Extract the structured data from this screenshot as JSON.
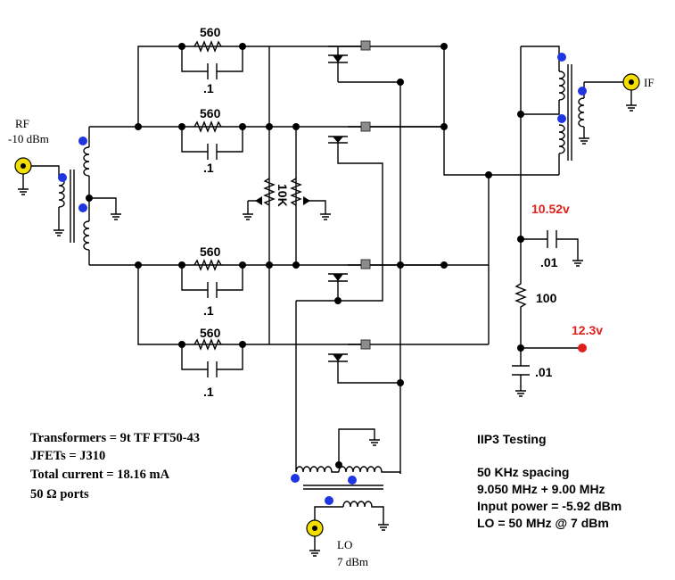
{
  "rf": {
    "label": "RF",
    "level": "-10 dBm"
  },
  "if": {
    "label": "IF"
  },
  "lo": {
    "label": "LO",
    "level": "7 dBm"
  },
  "resistors": {
    "r560_1": "560",
    "r560_2": "560",
    "r560_3": "560",
    "r560_4": "560",
    "pot": "10K",
    "r100": "100"
  },
  "capacitors": {
    "c1": ".1",
    "c2": ".1",
    "c3": ".1",
    "c4": ".1",
    "c_top": ".01",
    "c_bot": ".01"
  },
  "voltages": {
    "drain": "10.52v",
    "supply": "12.3v"
  },
  "notes": {
    "line1": "Transformers = 9t TF FT50-43",
    "line2": "JFETs = J310",
    "line3": "Total current = 18.16 mA",
    "line4": "50 Ω ports"
  },
  "test": {
    "title": "IIP3 Testing",
    "spacing": "50 KHz spacing",
    "freqs": "9.050 MHz + 9.00 MHz",
    "power": "Input power = -5.92 dBm",
    "lo": "LO = 50 MHz @ 7 dBm"
  },
  "colors": {
    "supply_red": "#e0201c",
    "dot_blue": "#1f35e0",
    "port_yellow": "#f2df00"
  }
}
